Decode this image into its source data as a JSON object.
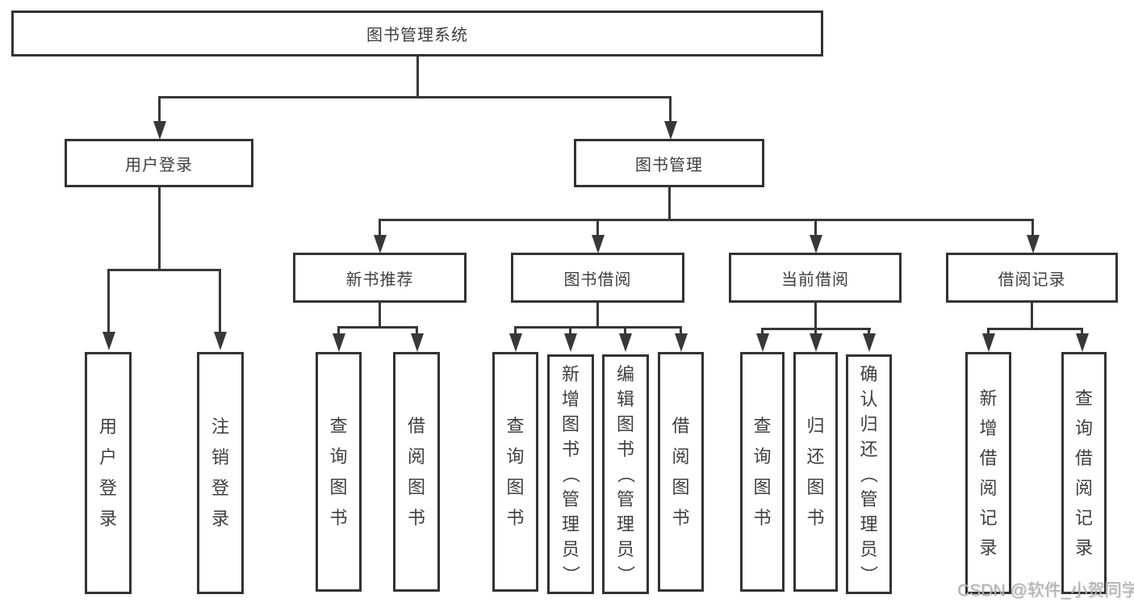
{
  "diagram": {
    "title": "图书管理系统",
    "colors": {
      "line": "#383838",
      "box_border": "#333333",
      "box_fill": "#ffffff",
      "text": "#3f3f3f",
      "watermark": "#b3b3b3"
    },
    "root": {
      "label": "图书管理系统"
    },
    "level2": [
      {
        "label": "用户登录"
      },
      {
        "label": "图书管理"
      }
    ],
    "login_children": [
      {
        "label": "用户登录"
      },
      {
        "label": "注销登录"
      }
    ],
    "groups": [
      {
        "label": "新书推荐",
        "children": [
          {
            "label": "查询图书"
          },
          {
            "label": "借阅图书"
          }
        ]
      },
      {
        "label": "图书借阅",
        "children": [
          {
            "label": "查询图书"
          },
          {
            "label": "新增图书（管理员）"
          },
          {
            "label": "编辑图书（管理员）"
          },
          {
            "label": "借阅图书"
          }
        ]
      },
      {
        "label": "当前借阅",
        "children": [
          {
            "label": "查询图书"
          },
          {
            "label": "归还图书"
          },
          {
            "label": "确认归还（管理员）"
          }
        ]
      },
      {
        "label": "借阅记录",
        "children": [
          {
            "label": "新增借阅记录"
          },
          {
            "label": "查询借阅记录"
          }
        ]
      }
    ]
  },
  "watermark": {
    "text": "CSDN @软件_小贺同学"
  }
}
